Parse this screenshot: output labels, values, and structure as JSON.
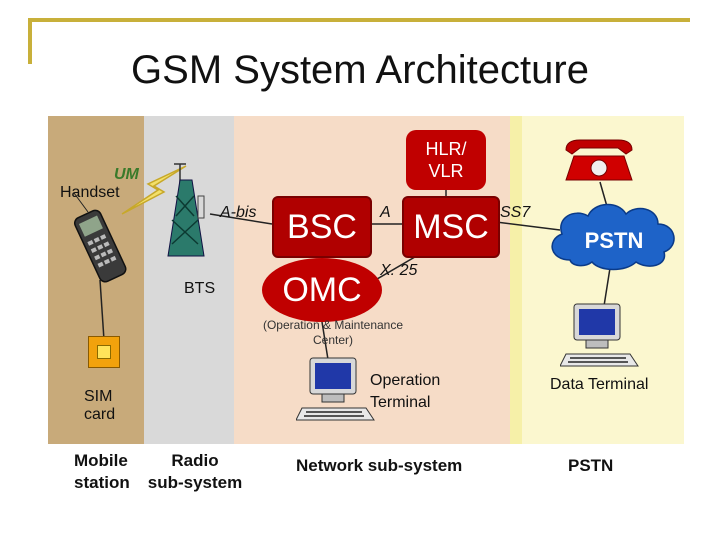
{
  "title": "GSM System Architecture",
  "labels": {
    "um": "UM",
    "handset": "Handset",
    "abis": "A-bis",
    "bts": "BTS",
    "bsc": "BSC",
    "a": "A",
    "msc": "MSC",
    "ss7": "SS7",
    "pstn_cloud": "PSTN",
    "hlr_line1": "HLR/",
    "hlr_line2": "VLR",
    "x25": "X. 25",
    "omc": "OMC",
    "omc_desc_line1": "(Operation & Maintenance",
    "omc_desc_line2": "Center)",
    "operation_terminal_line1": "Operation",
    "operation_terminal_line2": "Terminal",
    "data_terminal": "Data Terminal",
    "sim_line1": "SIM",
    "sim_line2": "card"
  },
  "bottom": {
    "mobile_line1": "Mobile",
    "mobile_line2": "station",
    "radio_line1": "Radio",
    "radio_line2": "sub-system",
    "network": "Network sub-system",
    "pstn": "PSTN"
  },
  "colors": {
    "accent_gold": "#c8b03a",
    "node_red": "#b00000",
    "cloud_blue": "#1e63c8",
    "mobile_zone": "#c8aa7a",
    "radio_zone": "#d9d9d9",
    "network_zone": "#f6dcc7",
    "pstn_zone": "#fbf7cf"
  }
}
